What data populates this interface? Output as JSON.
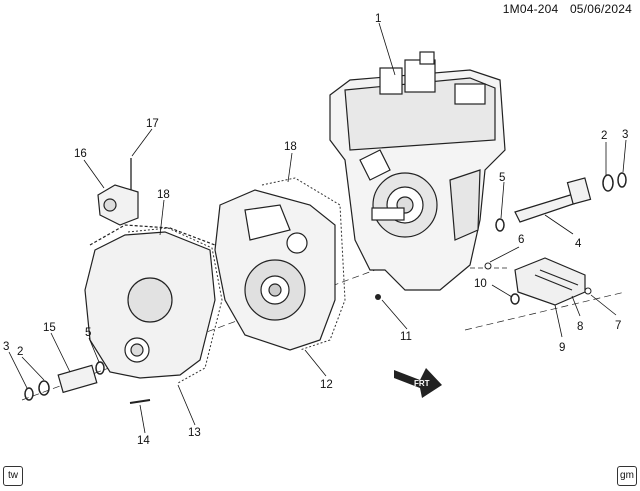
{
  "header": {
    "code": "1M04-204",
    "date": "05/06/2024"
  },
  "footer": {
    "left_badge": "tw",
    "right_badge": "gm"
  },
  "forward_label": "FRT",
  "callouts": [
    "1",
    "2",
    "3",
    "4",
    "5",
    "6",
    "7",
    "8",
    "9",
    "10",
    "11",
    "12",
    "13",
    "14",
    "15",
    "16",
    "17",
    "18",
    "18",
    "5",
    "2",
    "3"
  ]
}
